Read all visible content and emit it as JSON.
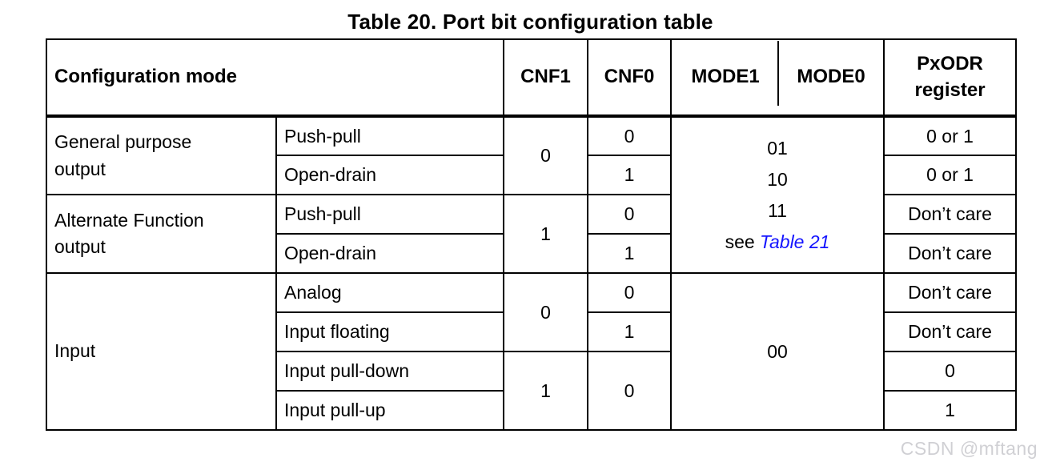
{
  "title": "Table 20. Port bit configuration table",
  "header": {
    "config_mode": "Configuration mode",
    "cnf1": "CNF1",
    "cnf0": "CNF0",
    "mode1": "MODE1",
    "mode0": "MODE0",
    "pxodr_line1": "PxODR",
    "pxodr_line2": "register"
  },
  "body": {
    "general_purpose": {
      "label": "General purpose output",
      "cnf1": "0",
      "sub": [
        {
          "mode": "Push-pull",
          "cnf0": "0",
          "pxodr": "0 or 1"
        },
        {
          "mode": "Open-drain",
          "cnf0": "1",
          "pxodr": "0 or 1"
        }
      ]
    },
    "alternate_function": {
      "label": "Alternate Function output",
      "cnf1": "1",
      "sub": [
        {
          "mode": "Push-pull",
          "cnf0": "0",
          "pxodr": "Don’t care"
        },
        {
          "mode": "Open-drain",
          "cnf0": "1",
          "pxodr": "Don’t care"
        }
      ]
    },
    "input": {
      "label": "Input",
      "group1": {
        "cnf1": "0",
        "sub": [
          {
            "mode": "Analog",
            "cnf0": "0",
            "pxodr": "Don’t care"
          },
          {
            "mode": "Input floating",
            "cnf0": "1",
            "pxodr": "Don’t care"
          }
        ]
      },
      "group2": {
        "cnf1": "1",
        "cnf0": "0",
        "sub": [
          {
            "mode": "Input pull-down",
            "pxodr": "0"
          },
          {
            "mode": "Input pull-up",
            "pxodr": "1"
          }
        ]
      }
    },
    "mode_output": {
      "lines": [
        "01",
        "10",
        "11"
      ],
      "see_prefix": "see ",
      "link": "Table 21"
    },
    "mode_input": "00"
  },
  "watermark": "CSDN @mftang",
  "colors": {
    "link_blue": "#1414ff",
    "border_black": "#000000",
    "watermark_gray": "#d0d0d4"
  }
}
